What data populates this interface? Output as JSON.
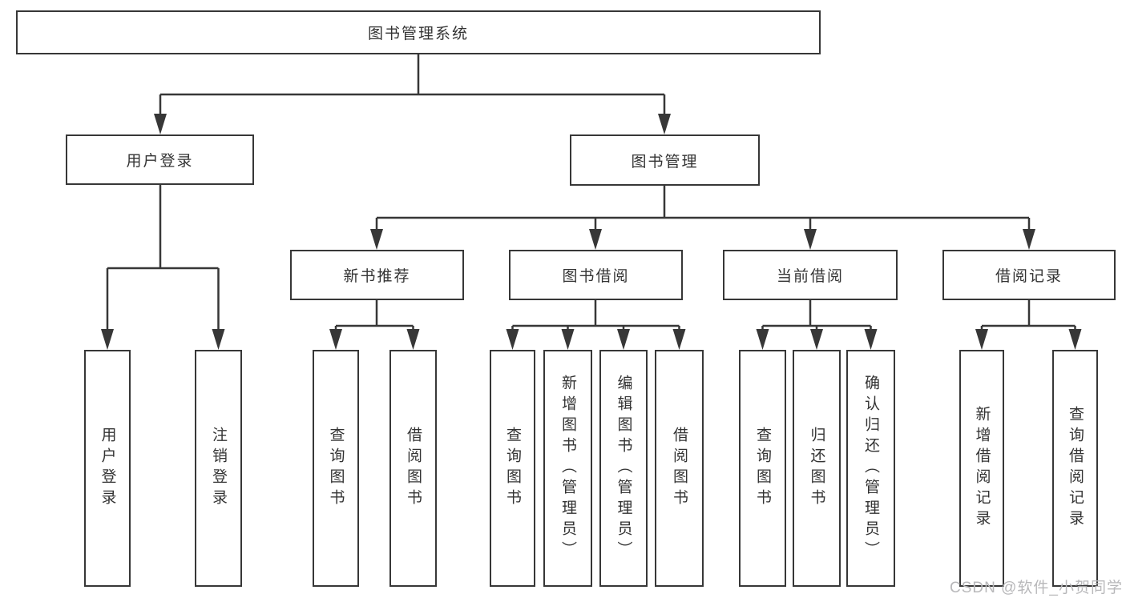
{
  "colors": {
    "line": "#373737",
    "box_background": "#ffffff",
    "text": "#333333",
    "watermark_text": "#b8b8ba"
  },
  "root": {
    "label": "图书管理系统"
  },
  "level2": [
    {
      "label": "用户登录"
    },
    {
      "label": "图书管理"
    }
  ],
  "level3": [
    {
      "label": "新书推荐"
    },
    {
      "label": "图书借阅"
    },
    {
      "label": "当前借阅"
    },
    {
      "label": "借阅记录"
    }
  ],
  "leaves": [
    {
      "label": "用户登录"
    },
    {
      "label": "注销登录"
    },
    {
      "label": "查询图书"
    },
    {
      "label": "借阅图书"
    },
    {
      "label": "查询图书"
    },
    {
      "label": "新增图书（管理员）"
    },
    {
      "label": "编辑图书（管理员）"
    },
    {
      "label": "借阅图书"
    },
    {
      "label": "查询图书"
    },
    {
      "label": "归还图书"
    },
    {
      "label": "确认归还（管理员）"
    },
    {
      "label": "新增借阅记录"
    },
    {
      "label": "查询借阅记录"
    }
  ],
  "watermark": {
    "text": "CSDN @软件_小贺同学"
  }
}
